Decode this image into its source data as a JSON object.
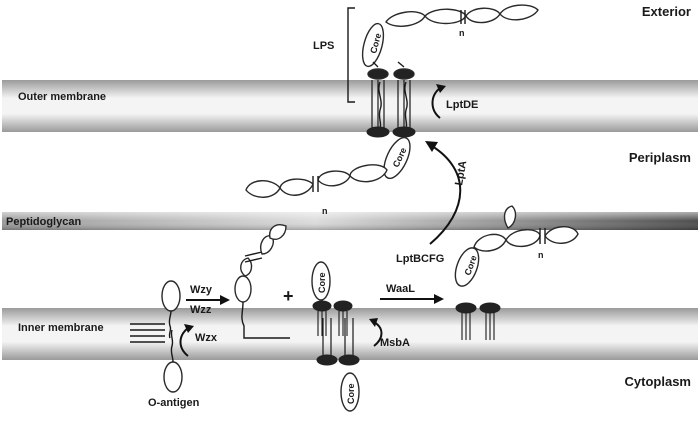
{
  "regions": {
    "exterior": "Exterior",
    "periplasm": "Periplasm",
    "cytoplasm": "Cytoplasm"
  },
  "layers": {
    "outer_membrane": "Outer membrane",
    "peptidoglycan": "Peptidoglycan",
    "inner_membrane": "Inner membrane"
  },
  "labels": {
    "lps": "LPS",
    "core": "Core",
    "repeat_n": "n",
    "o_antigen": "O-antigen"
  },
  "proteins": {
    "lptde": "LptDE",
    "lpta": "LptA",
    "lptbcfg": "LptBCFG",
    "waal": "WaaL",
    "msba": "MsbA",
    "wzy": "Wzy",
    "wzz": "Wzz",
    "wzx": "Wzx"
  },
  "symbols": {
    "plus": "+"
  },
  "colors": {
    "membrane_light": "#f2f2f2",
    "membrane_dark": "#9a9a9a",
    "peptidoglycan_dark": "#5a5a5a"
  }
}
